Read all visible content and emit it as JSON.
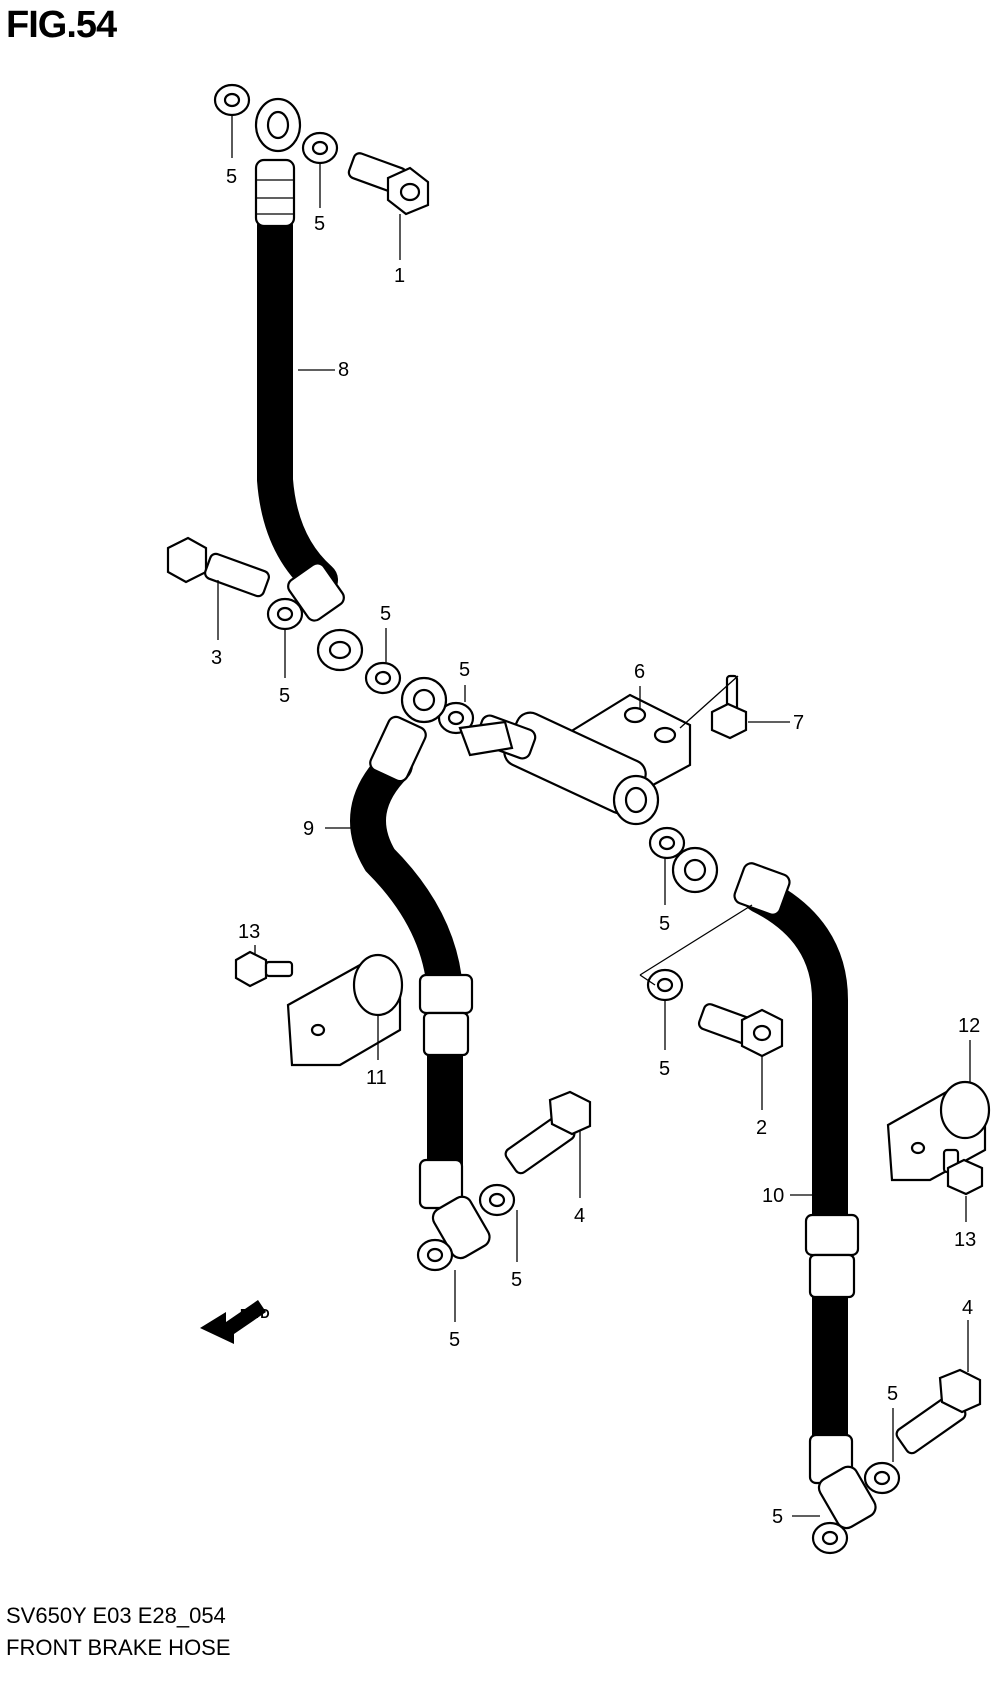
{
  "figure": {
    "title": "FIG.54"
  },
  "diagram": {
    "callouts": [
      {
        "id": "c5a",
        "text": "5"
      },
      {
        "id": "c5b",
        "text": "5"
      },
      {
        "id": "c1",
        "text": "1"
      },
      {
        "id": "c8",
        "text": "8"
      },
      {
        "id": "c3",
        "text": "3"
      },
      {
        "id": "c5c",
        "text": "5"
      },
      {
        "id": "c5d",
        "text": "5"
      },
      {
        "id": "c5e",
        "text": "5"
      },
      {
        "id": "c6",
        "text": "6"
      },
      {
        "id": "c7",
        "text": "7"
      },
      {
        "id": "c9",
        "text": "9"
      },
      {
        "id": "c5f",
        "text": "5"
      },
      {
        "id": "c13a",
        "text": "13"
      },
      {
        "id": "c11",
        "text": "11"
      },
      {
        "id": "c5g",
        "text": "5"
      },
      {
        "id": "c2",
        "text": "2"
      },
      {
        "id": "c12",
        "text": "12"
      },
      {
        "id": "c4a",
        "text": "4"
      },
      {
        "id": "c10",
        "text": "10"
      },
      {
        "id": "c13b",
        "text": "13"
      },
      {
        "id": "c5h",
        "text": "5"
      },
      {
        "id": "c5i",
        "text": "5"
      },
      {
        "id": "c4b",
        "text": "4"
      },
      {
        "id": "c5j",
        "text": "5"
      },
      {
        "id": "c5k",
        "text": "5"
      }
    ],
    "fwd_label": "FWD"
  },
  "footer": {
    "model_code": "SV650Y E03 E28_054",
    "caption": "FRONT BRAKE  HOSE"
  }
}
